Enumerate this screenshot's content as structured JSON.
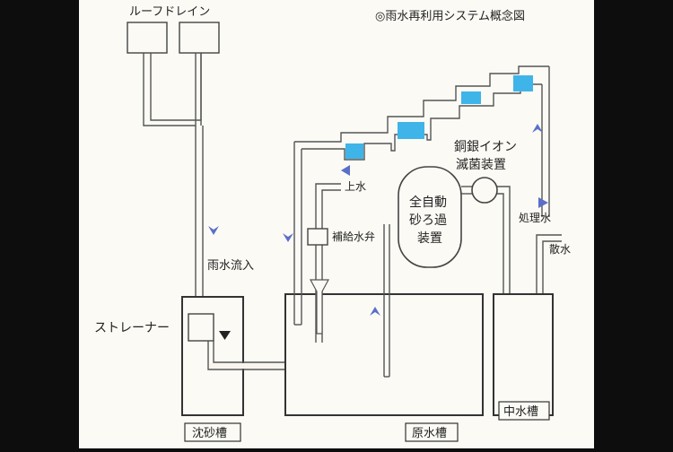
{
  "title": "◎雨水再利用システム概念図",
  "labels": {
    "roof_drain": "ルーフドレイン",
    "rain_inflow": "雨水流入",
    "strainer": "ストレーナー",
    "sand_tank": "沈砂槽",
    "raw_tank": "原水槽",
    "gray_tank": "中水槽",
    "top_water": "上水",
    "refill_valve": "補給水弁",
    "filter_line1": "全自動",
    "filter_line2": "砂ろ過",
    "filter_line3": "装置",
    "ion_line1": "銅銀イオン",
    "ion_line2": "滅菌装置",
    "treated_water": "処理水",
    "sprinkle": "散水"
  },
  "colors": {
    "water": "#3fb4e8",
    "arrow": "#5b6fc8",
    "panel": "#fbfaf5",
    "frame": "#0d0d0d"
  }
}
